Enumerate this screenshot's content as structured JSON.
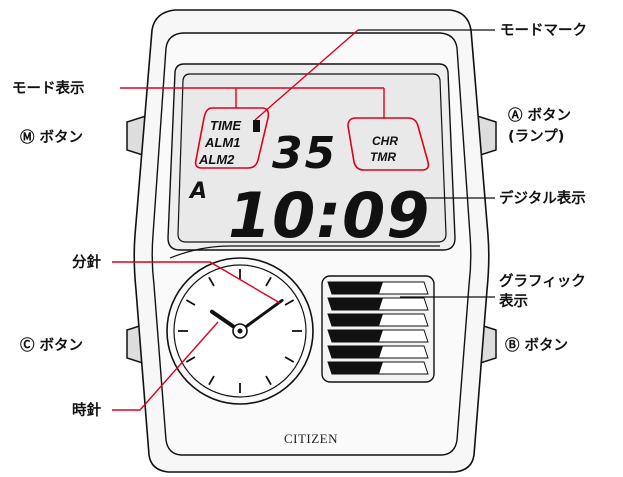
{
  "labels": {
    "mode_mark": "モードマーク",
    "mode_display": "モード表示",
    "button_m": "Ⓜ ボタン",
    "button_a_line1": "Ⓐ ボタン",
    "button_a_line2": "(ランプ)",
    "digital_display": "デジタル表示",
    "minute_hand": "分針",
    "graphic_display_line1": "グラフィック",
    "graphic_display_line2": "表示",
    "button_c": "Ⓒ ボタン",
    "button_b": "Ⓑ ボタン",
    "hour_hand": "時針"
  },
  "lcd": {
    "mode_left": [
      "TIME",
      "ALM1",
      "ALM2"
    ],
    "mode_right": [
      "CHR",
      "TMR"
    ],
    "seconds": "35",
    "time": "10:09",
    "day_indicator": "A"
  },
  "brand": "CITIZEN",
  "colors": {
    "callout": "#e0001b",
    "leader": "#111111",
    "case_fill": "#f7f7f7",
    "lcd_fill": "#ececec",
    "graphic_fill": "#111111"
  },
  "analog": {
    "hour": 10,
    "minute": 9
  },
  "graphic_bars": {
    "filled_fraction": [
      0.55,
      0.55,
      0.55,
      0.55,
      0.55,
      0.55
    ]
  }
}
